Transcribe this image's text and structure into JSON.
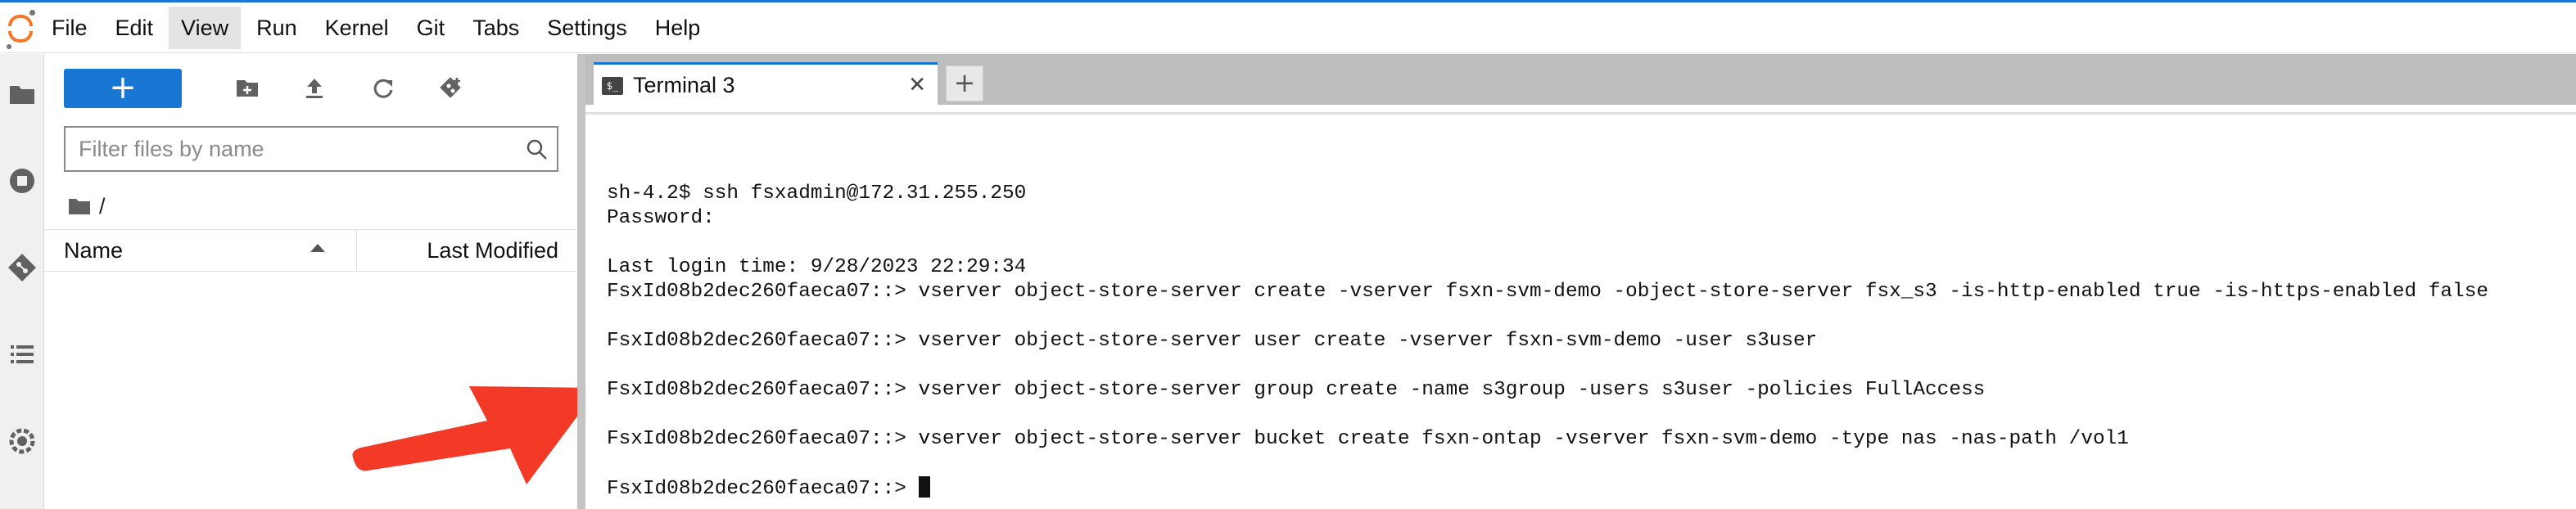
{
  "menubar": {
    "items": [
      {
        "label": "File",
        "active": false
      },
      {
        "label": "Edit",
        "active": false
      },
      {
        "label": "View",
        "active": true
      },
      {
        "label": "Run",
        "active": false
      },
      {
        "label": "Kernel",
        "active": false
      },
      {
        "label": "Git",
        "active": false
      },
      {
        "label": "Tabs",
        "active": false
      },
      {
        "label": "Settings",
        "active": false
      },
      {
        "label": "Help",
        "active": false
      }
    ]
  },
  "left_rail": {
    "icons": [
      "folder-icon",
      "running-icon",
      "git-icon",
      "toc-icon",
      "extension-icon"
    ]
  },
  "file_browser": {
    "new_button_label": "+",
    "toolbar_icons": [
      "new-folder-icon",
      "upload-icon",
      "refresh-icon",
      "git-clone-icon"
    ],
    "filter_placeholder": "Filter files by name",
    "filter_value": "",
    "breadcrumb": "/",
    "columns": {
      "name": "Name",
      "modified": "Last Modified"
    }
  },
  "tabs": [
    {
      "label": "Terminal 3",
      "active": true,
      "icon": "terminal-icon"
    }
  ],
  "tab_add_label": "+",
  "terminal": {
    "lines": [
      "sh-4.2$ ssh fsxadmin@172.31.255.250",
      "Password:",
      "",
      "Last login time: 9/28/2023 22:29:34",
      "FsxId08b2dec260faeca07::> vserver object-store-server create -vserver fsxn-svm-demo -object-store-server fsx_s3 -is-http-enabled true -is-https-enabled false",
      "",
      "FsxId08b2dec260faeca07::> vserver object-store-server user create -vserver fsxn-svm-demo -user s3user",
      "",
      "FsxId08b2dec260faeca07::> vserver object-store-server group create -name s3group -users s3user -policies FullAccess",
      "",
      "FsxId08b2dec260faeca07::> vserver object-store-server bucket create fsxn-ontap -vserver fsxn-svm-demo -type nas -nas-path /vol1",
      "",
      "FsxId08b2dec260faeca07::> "
    ]
  },
  "colors": {
    "accent": "#1976d2",
    "annotation_arrow": "#f23a26",
    "logo": "#f37726"
  }
}
